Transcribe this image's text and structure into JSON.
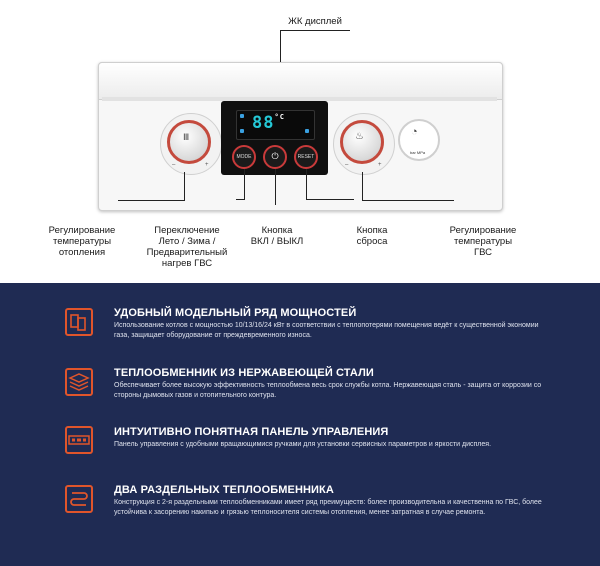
{
  "labels": {
    "lcd_display": "ЖК дисплей",
    "heating_temp": "Регулирование\nтемпературы\nотопления",
    "mode_switch": "Переключение\nЛето / Зима /\nПредварительный\nнагрев ГВС",
    "power_button": "Кнопка\nВКЛ / ВЫКЛ",
    "reset_button": "Кнопка\nсброса",
    "dhw_temp": "Регулирование\nтемпературы\nГВС"
  },
  "device": {
    "lcd_value": "88",
    "lcd_unit": "°C",
    "mode_btn": "MODE",
    "reset_btn": "RESET",
    "gauge_unit": "bar MPa"
  },
  "features": [
    {
      "icon": "boilers-icon",
      "title": "УДОБНЫЙ МОДЕЛЬНЫЙ РЯД МОЩНОСТЕЙ",
      "desc": "Использование котлов с мощностью 10/13/16/24 кВт в соответствии с теплопотерями помещения ведёт к существенной экономии газа, защищает оборудование от преждевременного износа."
    },
    {
      "icon": "heat-exchanger-icon",
      "title": "ТЕПЛООБМЕННИК ИЗ НЕРЖАВЕЮЩЕЙ СТАЛИ",
      "desc": "Обеспечивает более высокую эффективность теплообмена весь срок службы котла. Нержавеющая сталь - защита от коррозии со стороны дымовых газов и отопительного контура."
    },
    {
      "icon": "control-panel-icon",
      "title": "ИНТУИТИВНО ПОНЯТНАЯ ПАНЕЛЬ УПРАВЛЕНИЯ",
      "desc": "Панель управления с удобными вращающимися ручками для установки сервисных параметров и яркости дисплея."
    },
    {
      "icon": "coil-icon",
      "title": "ДВА РАЗДЕЛЬНЫХ ТЕПЛООБМЕННИКА",
      "desc": "Конструкция с 2-я раздельными теплообменниками имеет ряд преимуществ: более производительна и качественна по ГВС, более устойчива к засорению накипью и грязью теплоносителя системы отопления, менее затратная в случае ремонта."
    }
  ],
  "colors": {
    "navy": "#1f2b53",
    "accent": "#e0552b",
    "lcd": "#25c8d6"
  }
}
